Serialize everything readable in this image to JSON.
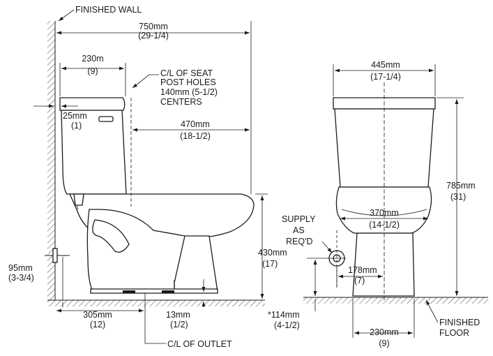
{
  "labels": {
    "finished_wall": "FINISHED WALL",
    "overall_depth": "750mm",
    "overall_depth_in": "(29-1/4)",
    "tank_depth": "230m",
    "tank_depth_in": "(9)",
    "seat_cl_1": "C/L OF SEAT",
    "seat_cl_2": "POST HOLES",
    "seat_cl_3": "140mm (5-1/2)",
    "seat_cl_4": "CENTERS",
    "wall_gap": "25mm",
    "wall_gap_in": "(1)",
    "seat_to_front": "470mm",
    "seat_to_front_in": "(18-1/2)",
    "seat_height": "430mm",
    "seat_height_in": "(17)",
    "supply_offset": "95mm",
    "supply_offset_in": "(3-3/4)",
    "rough_in": "305mm",
    "rough_in_in": "(12)",
    "base_gap": "13mm",
    "base_gap_in": "(1/2)",
    "outlet_cl": "C/L OF OUTLET",
    "tank_width": "445mm",
    "tank_width_in": "(17-1/4)",
    "bowl_width": "370mm",
    "bowl_width_in": "(14-1/2)",
    "total_height": "785mm",
    "total_height_in": "(31)",
    "supply_1": "SUPPLY",
    "supply_2": "AS",
    "supply_3": "REQ'D",
    "supply_side": "178mm",
    "supply_side_in": "(7)",
    "supply_height": "*114mm",
    "supply_height_in": "(4-1/2)",
    "base_width": "230mm",
    "base_width_in": "(9)",
    "finished_floor_1": "FINISHED",
    "finished_floor_2": "FLOOR"
  },
  "colors": {
    "line": "#1a1a1a",
    "background": "#ffffff"
  }
}
